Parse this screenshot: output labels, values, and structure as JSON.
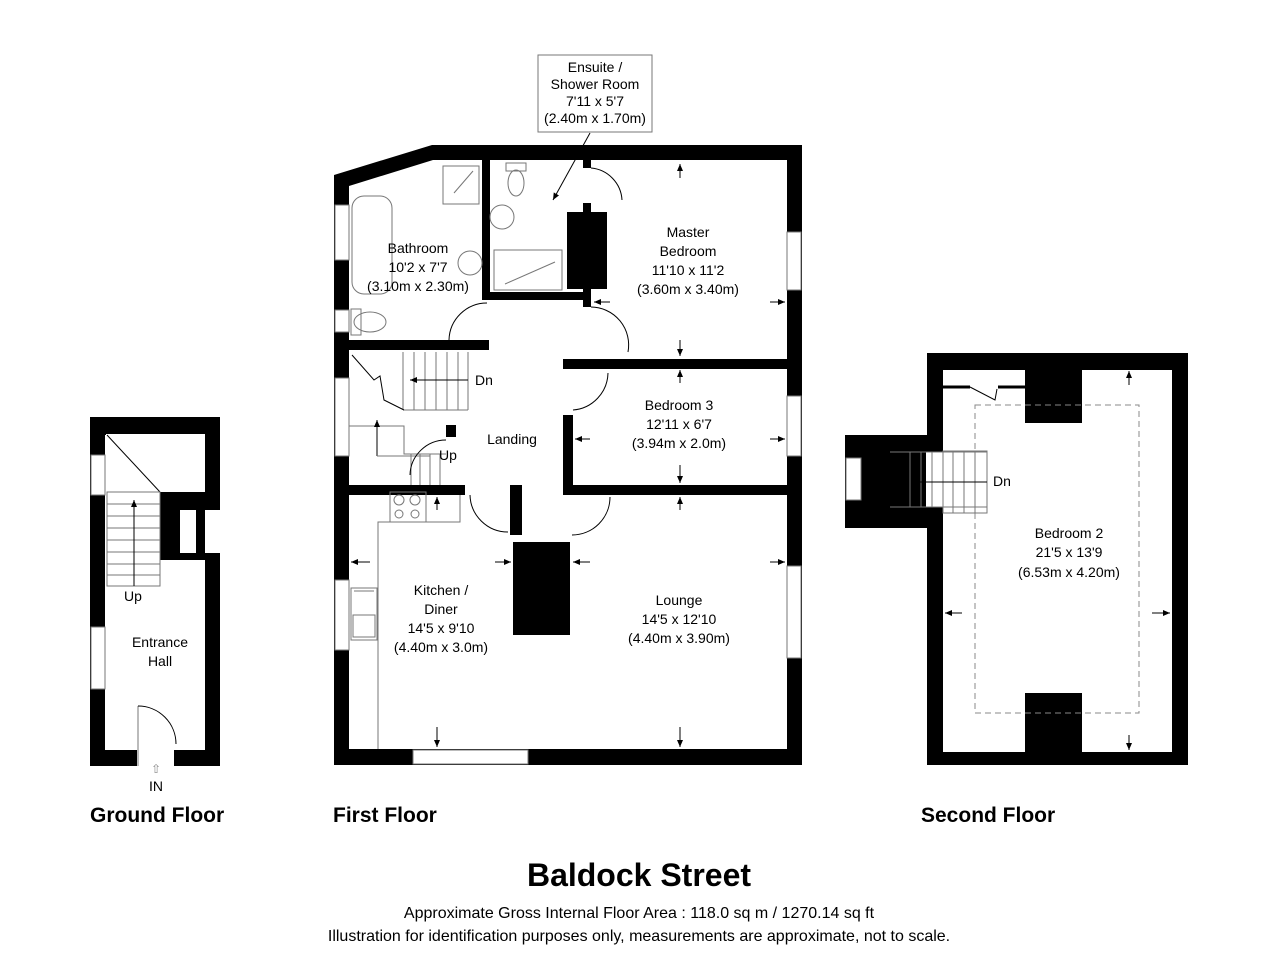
{
  "title": "Baldock Street",
  "area_note": "Approximate Gross Internal Floor Area : 118.0 sq m / 1270.14 sq ft",
  "disclaimer": "Illustration for identification purposes only, measurements are approximate, not to scale.",
  "floors": {
    "ground": {
      "label": "Ground Floor",
      "rooms": [
        {
          "name_line1": "Entrance",
          "name_line2": "Hall"
        }
      ],
      "stairs_label": "Up",
      "entrance_label": "IN"
    },
    "first": {
      "label": "First Floor",
      "callout": {
        "line1": "Ensuite /",
        "line2": "Shower Room",
        "line3": "7'11 x 5'7",
        "line4": "(2.40m x 1.70m)"
      },
      "rooms": {
        "bathroom": {
          "name": "Bathroom",
          "imperial": "10'2 x 7'7",
          "metric": "(3.10m x 2.30m)"
        },
        "master": {
          "name_line1": "Master",
          "name_line2": "Bedroom",
          "imperial": "11'10 x 11'2",
          "metric": "(3.60m x 3.40m)"
        },
        "bedroom3": {
          "name": "Bedroom 3",
          "imperial": "12'11 x 6'7",
          "metric": "(3.94m x 2.0m)"
        },
        "landing": {
          "name": "Landing"
        },
        "kitchen": {
          "name_line1": "Kitchen /",
          "name_line2": "Diner",
          "imperial": "14'5 x 9'10",
          "metric": "(4.40m x 3.0m)"
        },
        "lounge": {
          "name": "Lounge",
          "imperial": "14'5 x 12'10",
          "metric": "(4.40m x 3.90m)"
        }
      },
      "stairs_down_label": "Dn",
      "stairs_up_label": "Up"
    },
    "second": {
      "label": "Second Floor",
      "rooms": {
        "bedroom2": {
          "name": "Bedroom 2",
          "imperial": "21'5 x 13'9",
          "metric": "(6.53m x 4.20m)"
        }
      },
      "stairs_down_label": "Dn"
    }
  }
}
